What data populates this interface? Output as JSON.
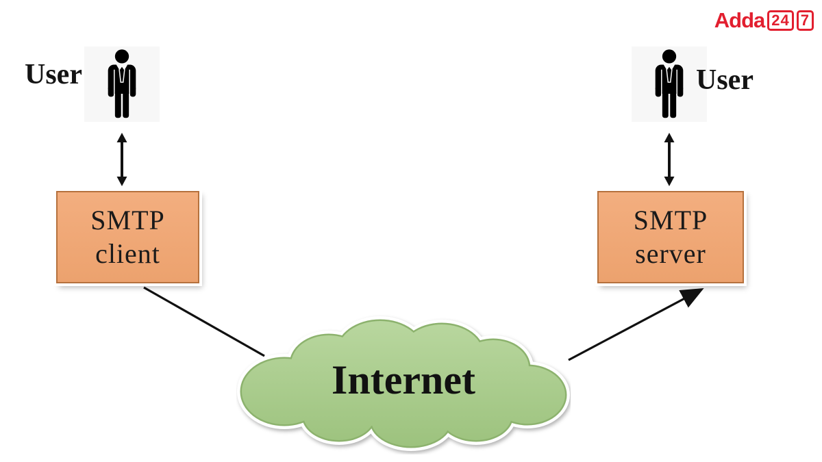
{
  "logo": {
    "brand_text": "Adda",
    "digit_box1": "24",
    "digit_box2": "7",
    "brand_color": "#e21f2f"
  },
  "diagram": {
    "left_user_label": "User",
    "right_user_label": "User",
    "client_box": {
      "line1": "SMTP",
      "line2": "client"
    },
    "server_box": {
      "line1": "SMTP",
      "line2": "server"
    },
    "cloud_label": "Internet"
  },
  "colors": {
    "box_fill": "#f0a877",
    "box_border": "#b5713d",
    "cloud_fill": "#a9cb8c",
    "cloud_rim": "#8cb26d",
    "line_color": "#111111",
    "text_color": "#1a1a1a",
    "icon_bg": "#f7f7f7"
  }
}
